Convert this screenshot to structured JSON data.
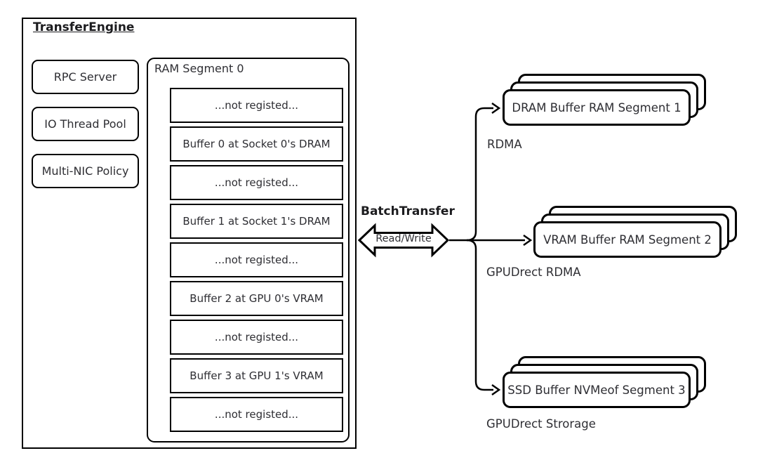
{
  "engine": {
    "title": "TransferEngine",
    "components": [
      "RPC Server",
      "IO Thread Pool",
      "Multi-NIC Policy"
    ],
    "ram_segment": {
      "label": "RAM Segment 0",
      "rows": [
        "...not registed...",
        "Buffer 0 at Socket 0's DRAM",
        "...not registed...",
        "Buffer 1 at Socket 1's DRAM",
        "...not registed...",
        "Buffer 2 at GPU 0's VRAM",
        "...not registed...",
        "Buffer 3 at GPU 1's VRAM",
        "...not registed..."
      ]
    }
  },
  "transfer": {
    "title": "BatchTransfer",
    "arrow_label": "Read/Write"
  },
  "targets": [
    {
      "card": "DRAM Buffer RAM Segment 1",
      "protocol": "RDMA"
    },
    {
      "card": "VRAM Buffer RAM Segment 2",
      "protocol": "GPUDrect  RDMA"
    },
    {
      "card": "SSD Buffer NVMeof Segment 3",
      "protocol": "GPUDrect  Strorage"
    }
  ],
  "colors": {
    "stroke": "#000000",
    "text": "#2e2e33",
    "fill": "#ffffff"
  }
}
